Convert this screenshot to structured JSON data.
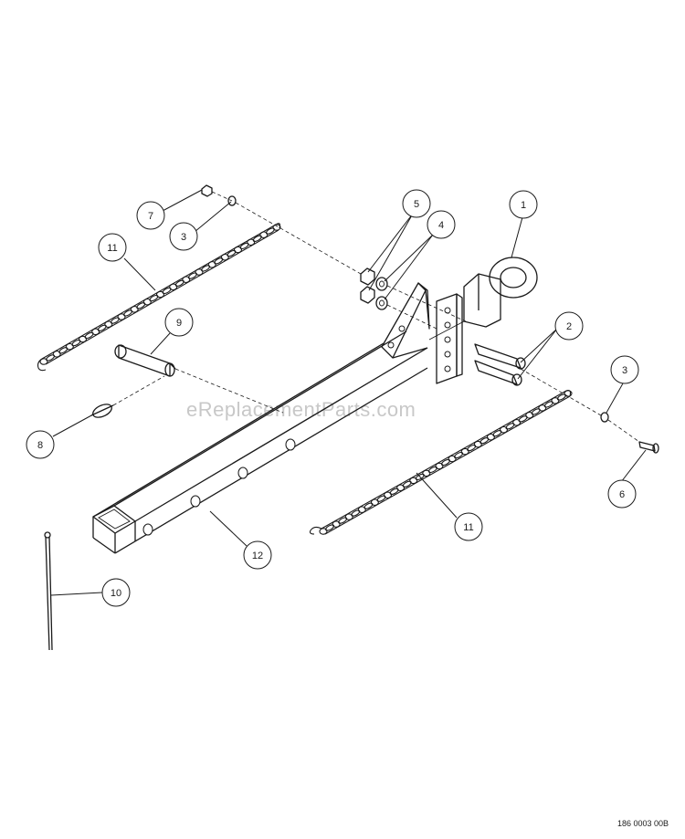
{
  "watermark": "eReplacementParts.com",
  "document_number": "186 0003 00B",
  "callouts": [
    {
      "id": "c1",
      "label": "1"
    },
    {
      "id": "c2",
      "label": "2"
    },
    {
      "id": "c3a",
      "label": "3"
    },
    {
      "id": "c3b",
      "label": "3"
    },
    {
      "id": "c4",
      "label": "4"
    },
    {
      "id": "c5",
      "label": "5"
    },
    {
      "id": "c6",
      "label": "6"
    },
    {
      "id": "c7",
      "label": "7"
    },
    {
      "id": "c8",
      "label": "8"
    },
    {
      "id": "c9",
      "label": "9"
    },
    {
      "id": "c10",
      "label": "10"
    },
    {
      "id": "c11a",
      "label": "11"
    },
    {
      "id": "c11b",
      "label": "11"
    },
    {
      "id": "c12",
      "label": "12"
    }
  ]
}
